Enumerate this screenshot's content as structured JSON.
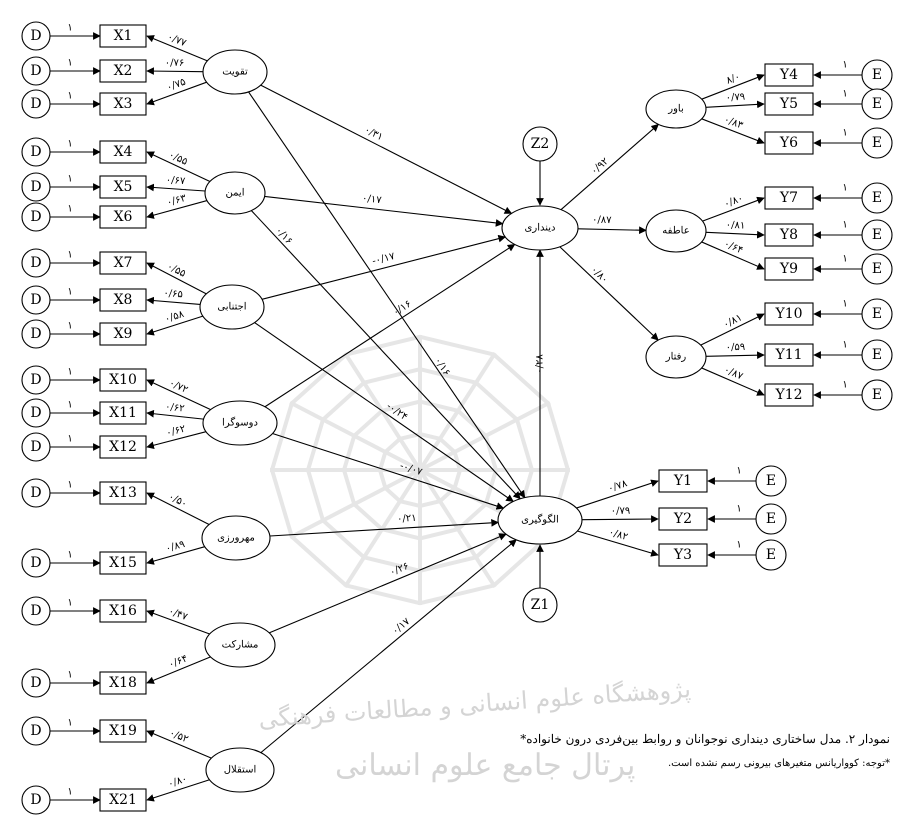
{
  "diagram": {
    "error_left": "D",
    "error_right": "E",
    "one": "۱",
    "observed": {
      "X1": "X1",
      "X2": "X2",
      "X3": "X3",
      "X4": "X4",
      "X5": "X5",
      "X6": "X6",
      "X7": "X7",
      "X8": "X8",
      "X9": "X9",
      "X10": "X10",
      "X11": "X11",
      "X12": "X12",
      "X13": "X13",
      "X15": "X15",
      "X16": "X16",
      "X18": "X18",
      "X19": "X19",
      "X21": "X21",
      "Y1": "Y1",
      "Y2": "Y2",
      "Y3": "Y3",
      "Y4": "Y4",
      "Y5": "Y5",
      "Y6": "Y6",
      "Y7": "Y7",
      "Y8": "Y8",
      "Y9": "Y9",
      "Y10": "Y10",
      "Y11": "Y11",
      "Y12": "Y12"
    },
    "latent": {
      "taghviat": "تقویت",
      "imen": "ایمن",
      "ejtenabi": "اجتنابی",
      "dosogara": "دوسوگرا",
      "mehrvarzi": "مهرورزی",
      "mosharekat": "مشارکت",
      "esteghlal": "استقلال",
      "dindari": "دینداری",
      "olgugiri": "الگوگیری",
      "bavar": "باور",
      "atefe": "عاطفه",
      "raftar": "رفتار",
      "z1": "Z1",
      "z2": "Z2"
    },
    "coefficients": {
      "l_x1": "۰/۷۷",
      "l_x2": "۰/۷۶",
      "l_x3": "۰/۷۵",
      "l_x4": "۰/۵۵",
      "l_x5": "۰/۶۷",
      "l_x6": "۰/۶۳",
      "l_x7": "۰/۵۵",
      "l_x8": "۰/۶۵",
      "l_x9": "۰/۵۸",
      "l_x10": "۰/۷۲",
      "l_x11": "۰/۶۲",
      "l_x12": "۰/۶۲",
      "l_x13": "۰/۵۰",
      "l_x15": "۰/۸۹",
      "l_x16": "۰/۴۷",
      "l_x18": "۰/۶۴",
      "l_x19": "۰/۵۲",
      "l_x21": "۰/۸۰",
      "l_y4": "۸/۰",
      "l_y5": "۰/۷۹",
      "l_y6": "۰/۸۳",
      "l_y7": "۰/۸۰",
      "l_y8": "۰/۸۱",
      "l_y9": "۰/۶۴",
      "l_y10": "۰/۸۱",
      "l_y11": "۰/۵۹",
      "l_y12": "۰/۸۷",
      "l_y1": "۰/۷۸",
      "l_y2": "۰/۷۹",
      "l_y3": "۰/۸۲",
      "p_taghviat_dindari": "۰/۳۱",
      "p_imen_dindari": "۰/۱۷",
      "p_ejtenabi_dindari": "-۰/۱۷",
      "p_dosogara_dindari": "۰/۱۶",
      "p_imen_olgugiri": "۰/۱۶",
      "p_taghviat_olgugiri": "۰/۱۶",
      "p_ejtenabi_olgugiri": "-۰/۲۴",
      "p_dosogara_olgugiri": "-۰/۰۷",
      "p_mehrvarzi_olgugiri": "۰/۲۱",
      "p_mosharekat_olgugiri": "۰/۲۶",
      "p_esteghlal_olgugiri": "۰/۱۷",
      "p_olgugiri_dindari": "۰/۲۸",
      "p_dindari_bavar": "۰/۹۲",
      "p_dindari_atefe": "۰/۸۷",
      "p_dindari_raftar": "۰/۸۰"
    }
  },
  "caption": "نمودار ۲. مدل ساختاری دینداری نوجوانان و روابط بین‌فردی درون خانواده*",
  "note": "*توجه: کوواریانس متغیرهای بیرونی رسم نشده است.",
  "watermark": {
    "line1": "پژوهشگاه علوم انسانی و مطالعات فرهنگی",
    "line2": "پرتال جامع علوم انسانی"
  }
}
